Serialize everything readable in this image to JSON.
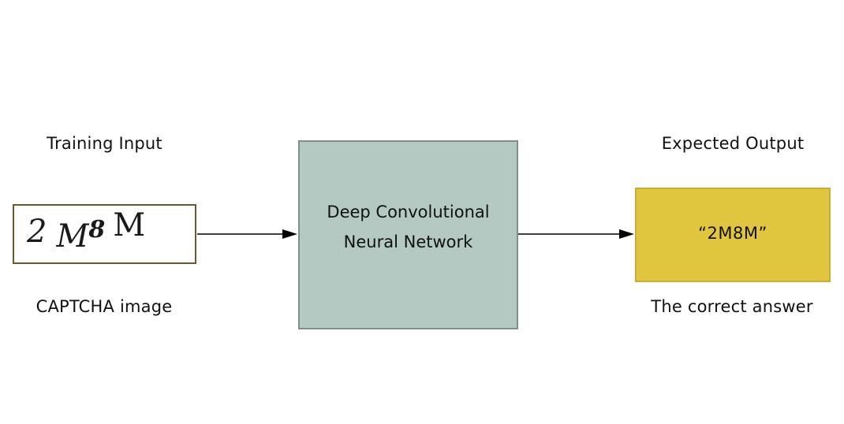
{
  "input": {
    "heading": "Training Input",
    "captcha_chars": [
      "2",
      "M",
      "8",
      "M"
    ],
    "caption": "CAPTCHA image"
  },
  "model": {
    "line1": "Deep Convolutional",
    "line2": "Neural Network",
    "fill_color": "#b3c9c1"
  },
  "output": {
    "heading": "Expected Output",
    "value": "“2M8M”",
    "caption": "The correct answer",
    "fill_color": "#e0c53e"
  }
}
